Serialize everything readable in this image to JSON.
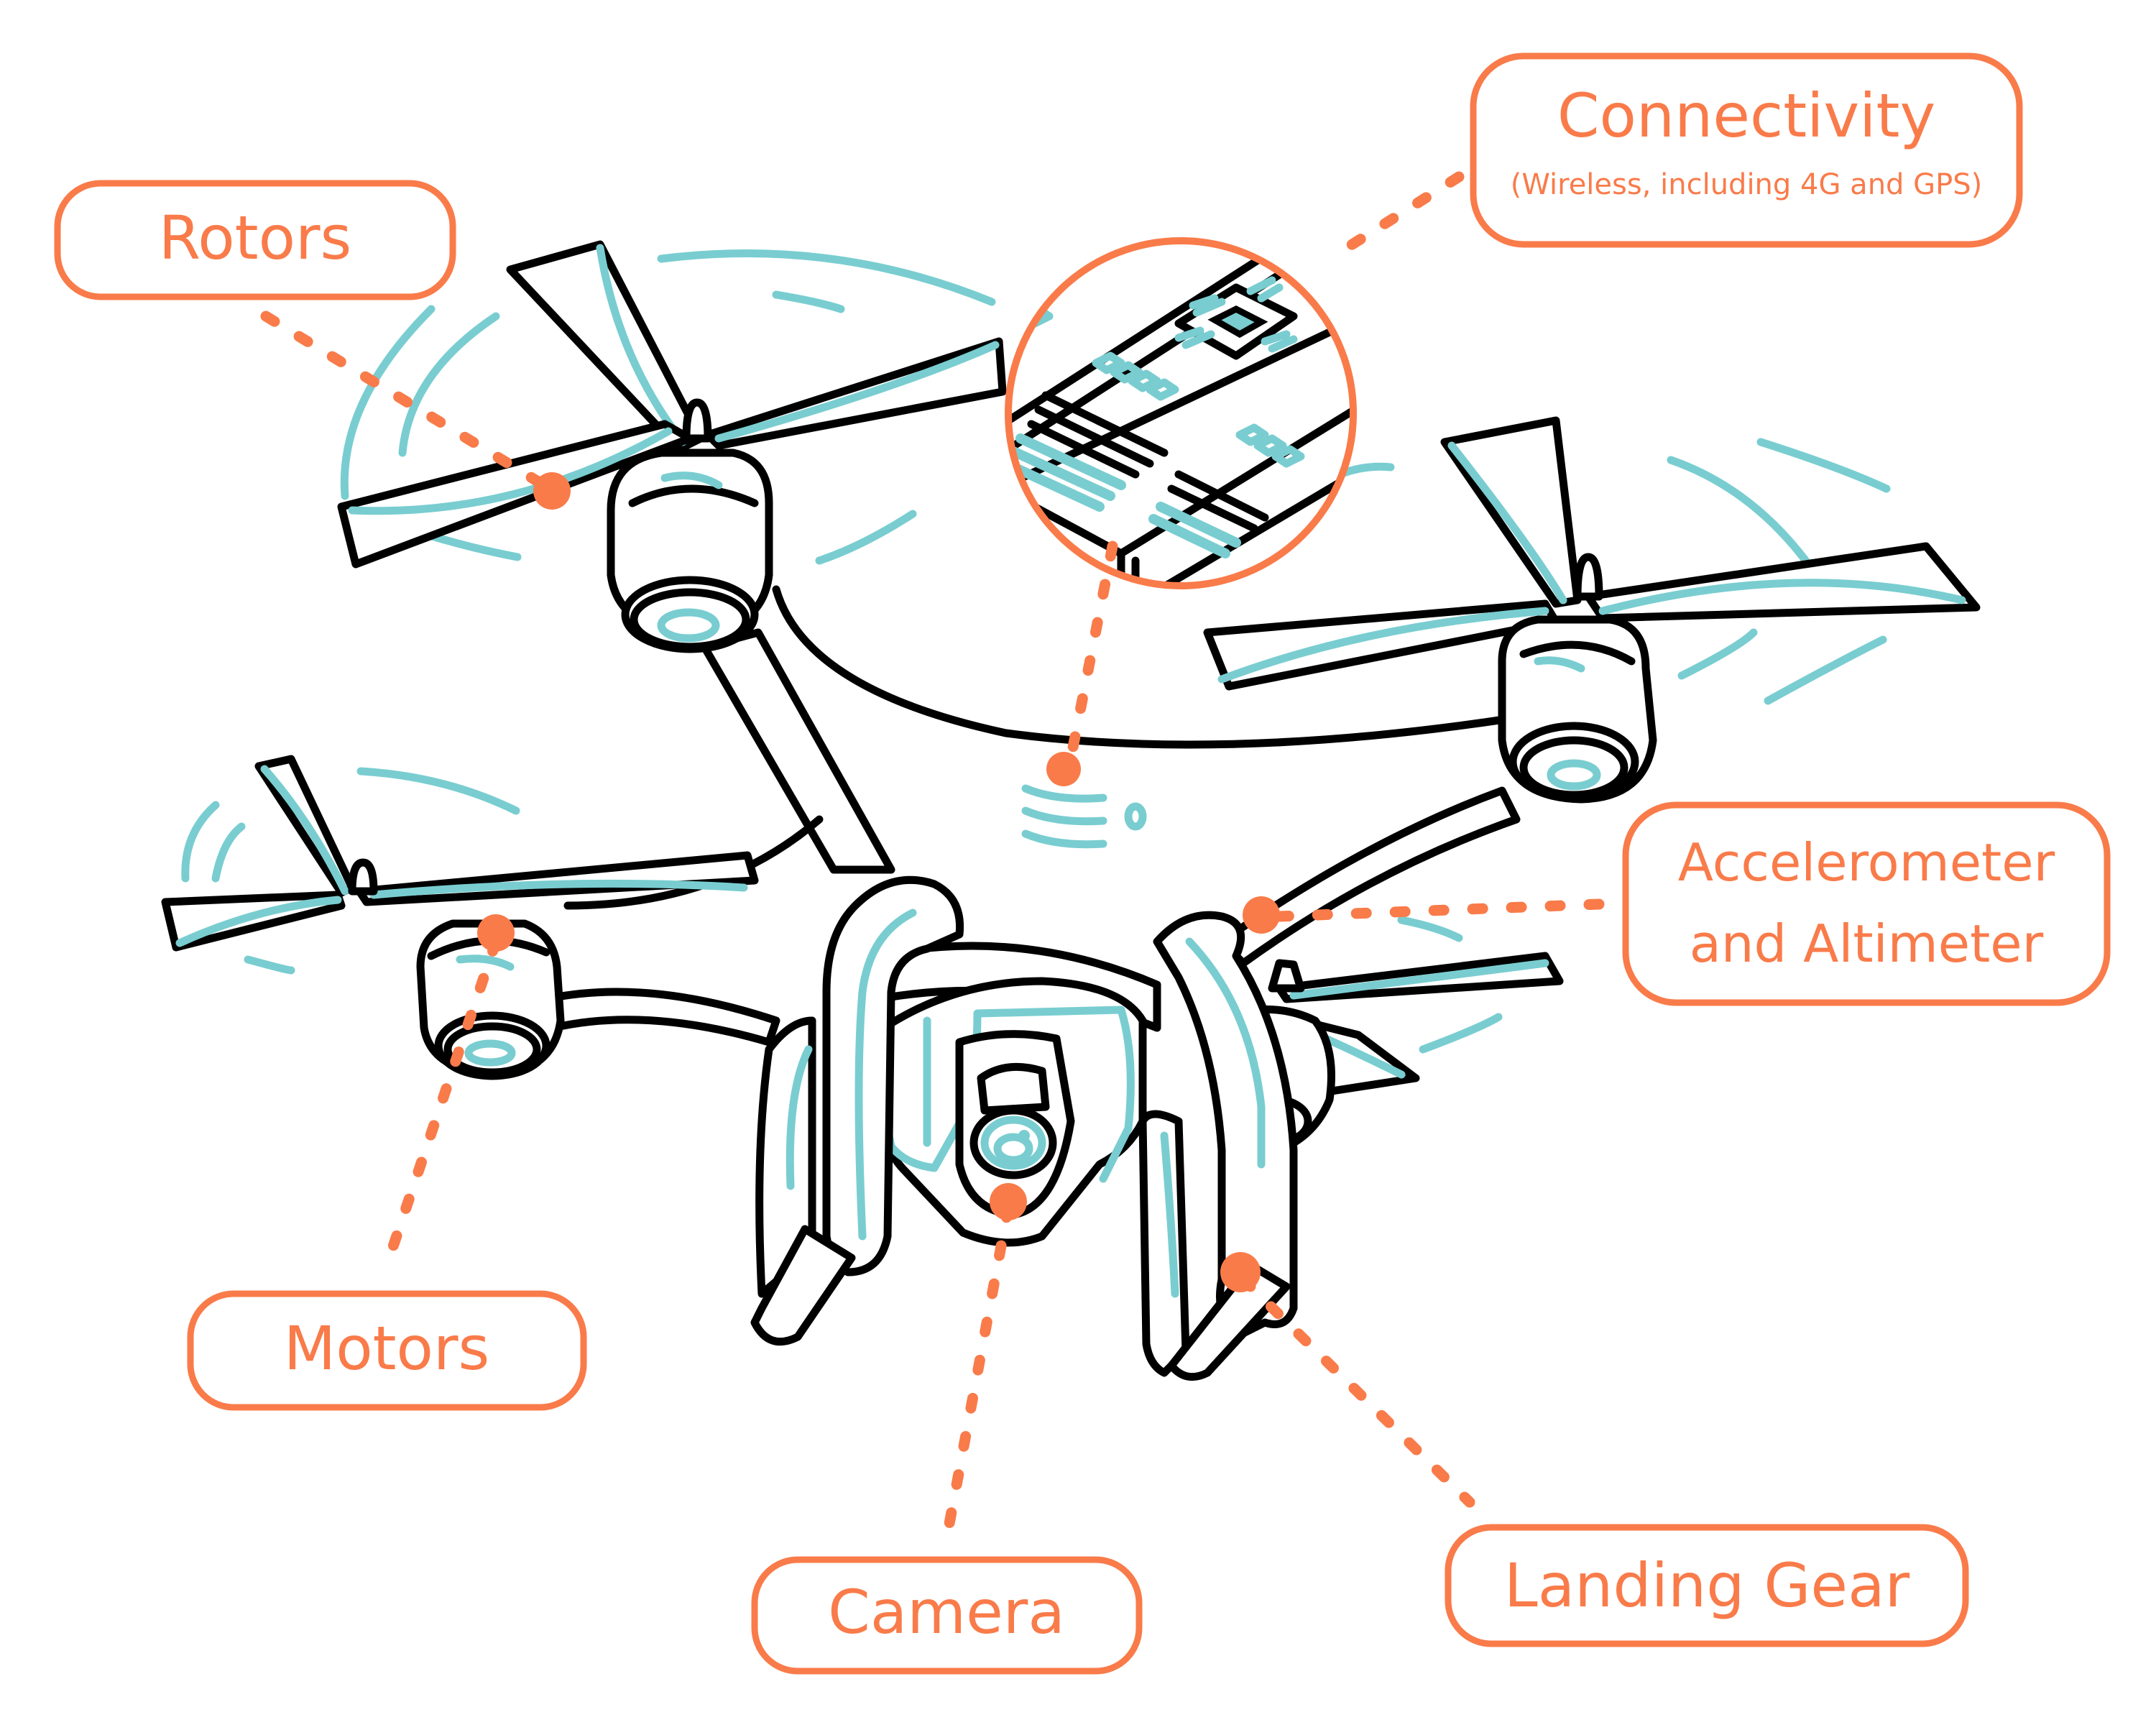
{
  "diagram": {
    "subject": "Quadcopter drone components",
    "colors": {
      "accent": "#F97B4A",
      "highlight": "#79CDD0",
      "outline": "#000000",
      "background": "#FFFFFF"
    },
    "labels": {
      "rotors": {
        "title": "Rotors"
      },
      "connectivity": {
        "title": "Connectivity",
        "subtitle": "(Wireless, including 4G and GPS)"
      },
      "accelerometer": {
        "line1": "Accelerometer",
        "line2": "and Altimeter"
      },
      "motors": {
        "title": "Motors"
      },
      "camera": {
        "title": "Camera"
      },
      "landing_gear": {
        "title": "Landing Gear"
      }
    },
    "icons": {
      "chip_callout": "circuit-board-magnifier-icon",
      "signal": "wireless-signal-icon"
    }
  }
}
